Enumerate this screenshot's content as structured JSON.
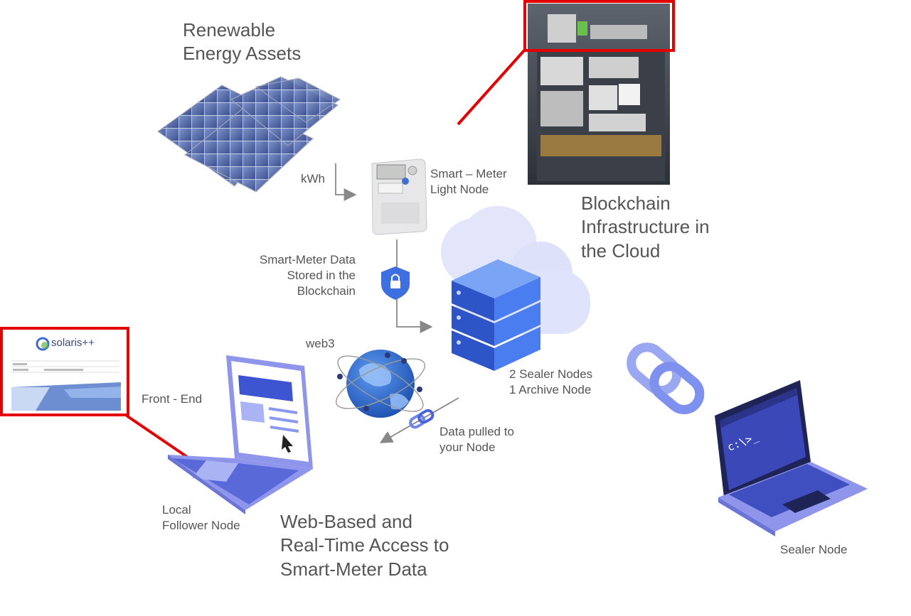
{
  "labels": {
    "renewable": "Renewable\nEnergy Assets",
    "kwh": "kWh",
    "smart_meter_light": "Smart – Meter\nLight Node",
    "blockchain_infra": "Blockchain\nInfrastructure in\nthe Cloud",
    "data_stored": "Smart-Meter Data\nStored in the\nBlockchain",
    "web3": "web3",
    "sealer_nodes": "2 Sealer Nodes\n1 Archive Node",
    "front_end": "Front - End",
    "data_pulled": "Data pulled to\nyour Node",
    "local_follower": "Local\nFollower Node",
    "web_access": "Web-Based and\nReal-Time Access to\nSmart-Meter Data",
    "sealer_node": "Sealer Node",
    "solaris_logo": "solaris++",
    "terminal_prompt": "c:\\>_"
  },
  "colors": {
    "accent_red": "#e50000",
    "laptop_body": "#8e95ea",
    "laptop_dark": "#3f4fc0",
    "server_blue": "#3d6fe0",
    "cloud": "#dfe3fb",
    "chain": "#8c9cf0",
    "globe": "#2f6fd6"
  }
}
